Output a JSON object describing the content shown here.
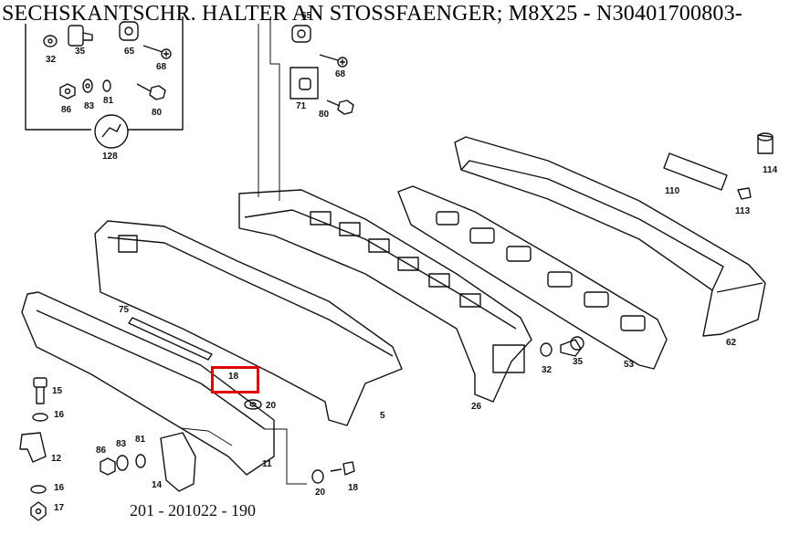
{
  "header": {
    "title": "SECHSKANTSCHR. HALTER AN STOSSFAENGER; M8X25 - N30401700803-"
  },
  "footer": {
    "code": "201 - 201022 - 190"
  },
  "highlight": {
    "color": "#e30000",
    "part": "18"
  },
  "callouts": {
    "p32a": "32",
    "p35a": "35",
    "p65a": "65",
    "p68a": "68",
    "p86a": "86",
    "p83a": "83",
    "p81a": "81",
    "p80a": "80",
    "p128": "128",
    "p65b": "65",
    "p68b": "68",
    "p71": "71",
    "p80b": "80",
    "p114": "114",
    "p110": "110",
    "p113": "113",
    "p75": "75",
    "p18a": "18",
    "p20a": "20",
    "p5": "5",
    "p26": "26",
    "p32b": "32",
    "p35b": "35",
    "p53": "53",
    "p62": "62",
    "p15": "15",
    "p16a": "16",
    "p12": "12",
    "p16b": "16",
    "p17": "17",
    "p86b": "86",
    "p83b": "83",
    "p81b": "81",
    "p14": "14",
    "p11": "11",
    "p20b": "20",
    "p18b": "18"
  }
}
